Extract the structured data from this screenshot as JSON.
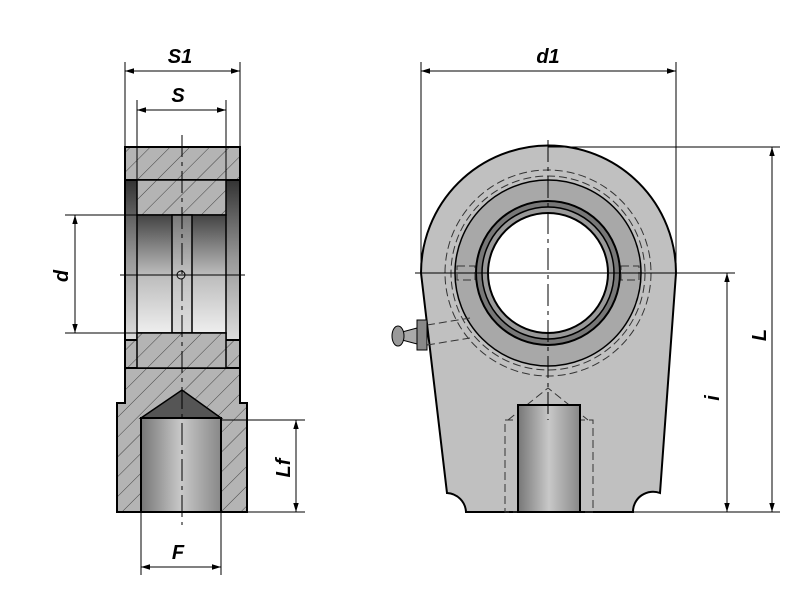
{
  "labels": {
    "S1": "S1",
    "S": "S",
    "d": "d",
    "Lf": "Lf",
    "F": "F",
    "d1": "d1",
    "L": "L",
    "i": "i"
  },
  "colors": {
    "body": "#c0c0c0",
    "bore": "#ffffff",
    "ring": "#a8a8a8"
  }
}
